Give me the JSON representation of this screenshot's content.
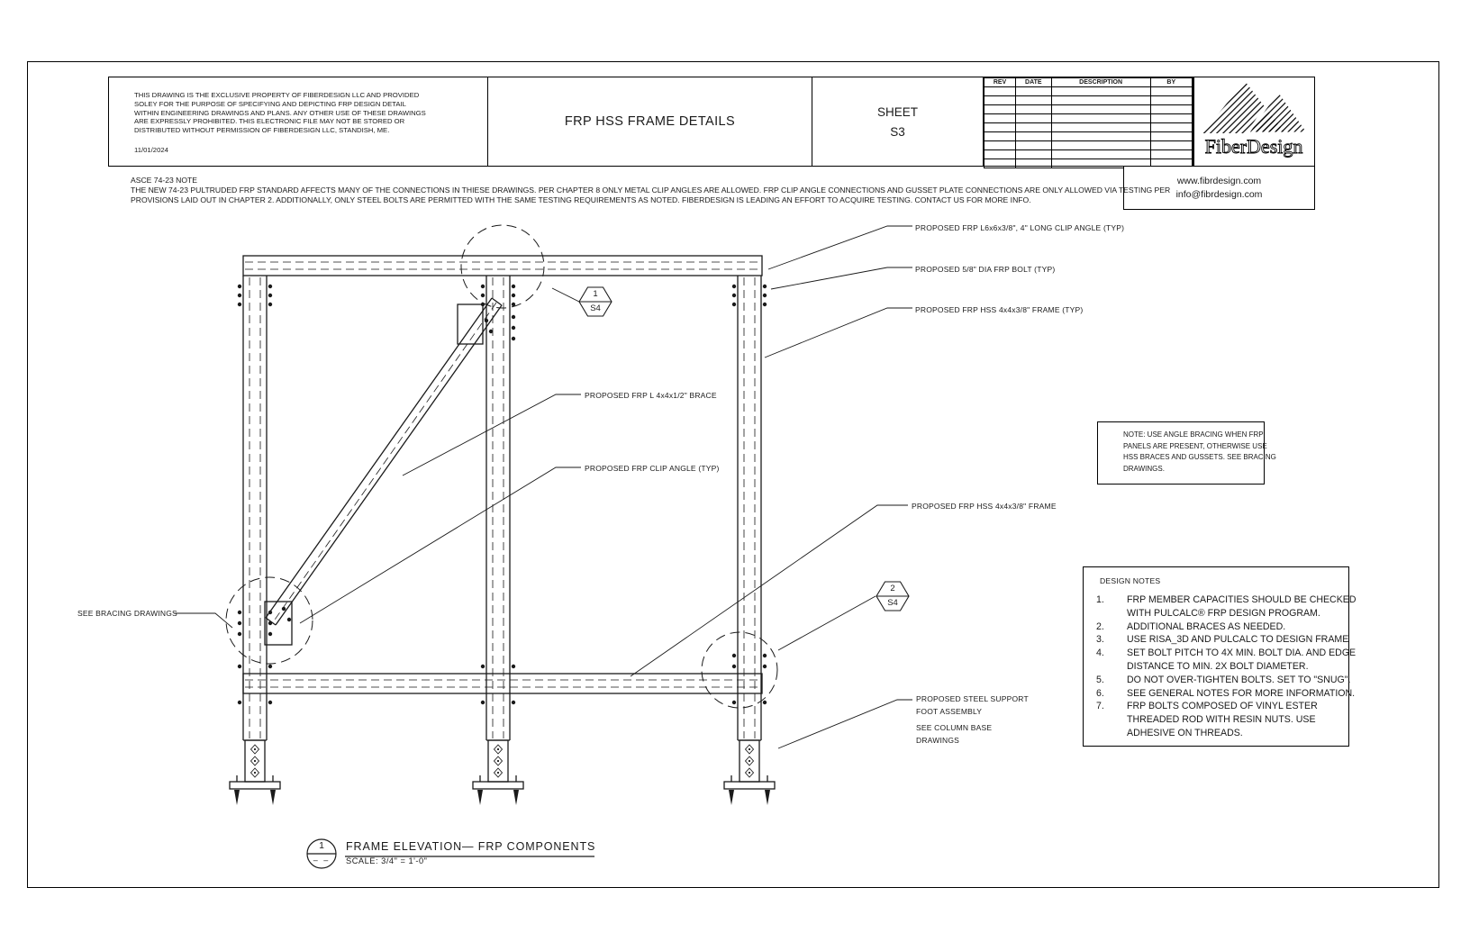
{
  "colors": {
    "ink": "#1a1a1a",
    "paper": "#ffffff"
  },
  "title_block": {
    "disclaimer": {
      "lines": [
        "THIS DRAWING IS THE EXCLUSIVE PROPERTY OF FIBERDESIGN LLC AND PROVIDED",
        "SOLEY FOR THE PURPOSE OF SPECIFYING AND DEPICTING FRP DESIGN DETAIL",
        "WITHIN ENGINEERING DRAWINGS AND PLANS.  ANY OTHER USE OF THESE DRAWINGS",
        "ARE EXPRESSLY PROHIBITED.  THIS ELECTRONIC FILE MAY NOT BE STORED OR",
        "DISTRIBUTED WITHOUT PERMISSION OF FIBERDESIGN LLC, STANDISH, ME."
      ],
      "date": "11/01/2024"
    },
    "drawing_title": "FRP HSS FRAME DETAILS",
    "sheet": {
      "label": "SHEET",
      "number": "S3"
    },
    "rev_table": {
      "headers": [
        "REV",
        "DATE",
        "DESCRIPTION",
        "BY"
      ],
      "empty_rows": 9
    },
    "brand": {
      "name": "FiberDesign",
      "website": "www.fibrdesign.com",
      "email": "info@fibrdesign.com"
    }
  },
  "asce_note": {
    "heading": "ASCE 74-23 NOTE",
    "line1": "THE NEW 74-23 PULTRUDED FRP STANDARD AFFECTS MANY OF THE CONNECTIONS IN THIESE DRAWINGS.  PER CHAPTER 8 ONLY METAL CLIP ANGLES ARE ALLOWED.  FRP CLIP ANGLE CONNECTIONS AND GUSSET PLATE CONNECTIONS ARE ONLY ALLOWED VIA TESTING PER",
    "line2": "PROVISIONS LAID OUT IN CHAPTER 2.  ADDITIONALLY, ONLY STEEL BOLTS ARE PERMITTED WITH THE SAME TESTING REQUIREMENTS AS NOTED.  FIBERDESIGN IS LEADING AN EFFORT TO ACQUIRE TESTING.  CONTACT US FOR MORE INFO."
  },
  "callouts": {
    "clip_angle_typ": "PROPOSED FRP  L6x6x3/8\", 4\" LONG CLIP ANGLE (TYP)",
    "frp_bolt": "PROPOSED 5/8\" DIA FRP BOLT (TYP)",
    "hss_frame_typ": "PROPOSED FRP HSS  4x4x3/8\" FRAME (TYP)",
    "brace": "PROPOSED FRP L 4x4x1/2\" BRACE",
    "frp_clip_angle": "PROPOSED FRP CLIP ANGLE (TYP)",
    "hss_frame": "PROPOSED FRP HSS  4x4x3/8\" FRAME",
    "see_bracing": "SEE BRACING DRAWINGS",
    "foot_line1": "PROPOSED STEEL SUPPORT",
    "foot_line2": "FOOT ASSEMBLY",
    "column_base_line1": "SEE COLUMN BASE",
    "column_base_line2": "DRAWINGS"
  },
  "detail_markers": {
    "one": {
      "number": "1",
      "sheet": "S4"
    },
    "two": {
      "number": "2",
      "sheet": "S4"
    }
  },
  "note_box": {
    "lines": [
      "NOTE:  USE ANGLE BRACING WHEN FRP",
      "PANELS ARE PRESENT, OTHERWISE USE",
      "HSS BRACES AND GUSSETS.  SEE BRACING",
      "DRAWINGS."
    ]
  },
  "design_notes": {
    "heading": "DESIGN NOTES",
    "items": [
      {
        "num": "1.",
        "lines": [
          "FRP MEMBER CAPACITIES SHOULD BE CHECKED",
          "WITH PULCALC® FRP DESIGN PROGRAM."
        ]
      },
      {
        "num": "2.",
        "lines": [
          "ADDITIONAL BRACES AS NEEDED."
        ]
      },
      {
        "num": "3.",
        "lines": [
          "USE RISA_3D AND PULCALC  TO DESIGN FRAME"
        ]
      },
      {
        "num": "4.",
        "lines": [
          "SET BOLT PITCH TO 4X MIN. BOLT DIA. AND EDGE",
          "DISTANCE TO MIN. 2X BOLT DIAMETER."
        ]
      },
      {
        "num": "5.",
        "lines": [
          "DO NOT OVER-TIGHTEN BOLTS. SET TO \"SNUG\"."
        ]
      },
      {
        "num": "6.",
        "lines": [
          "SEE GENERAL NOTES FOR MORE INFORMATION."
        ]
      },
      {
        "num": "7.",
        "lines": [
          "FRP BOLTS COMPOSED OF VINYL ESTER",
          "THREADED ROD WITH RESIN NUTS. USE",
          "ADHESIVE ON THREADS."
        ]
      }
    ]
  },
  "view_title": {
    "bubble_number": "1",
    "bubble_dash": "– –",
    "title": "FRAME  ELEVATION—  FRP  COMPONENTS",
    "scale": "SCALE:  3/4\" = 1'-0\""
  }
}
